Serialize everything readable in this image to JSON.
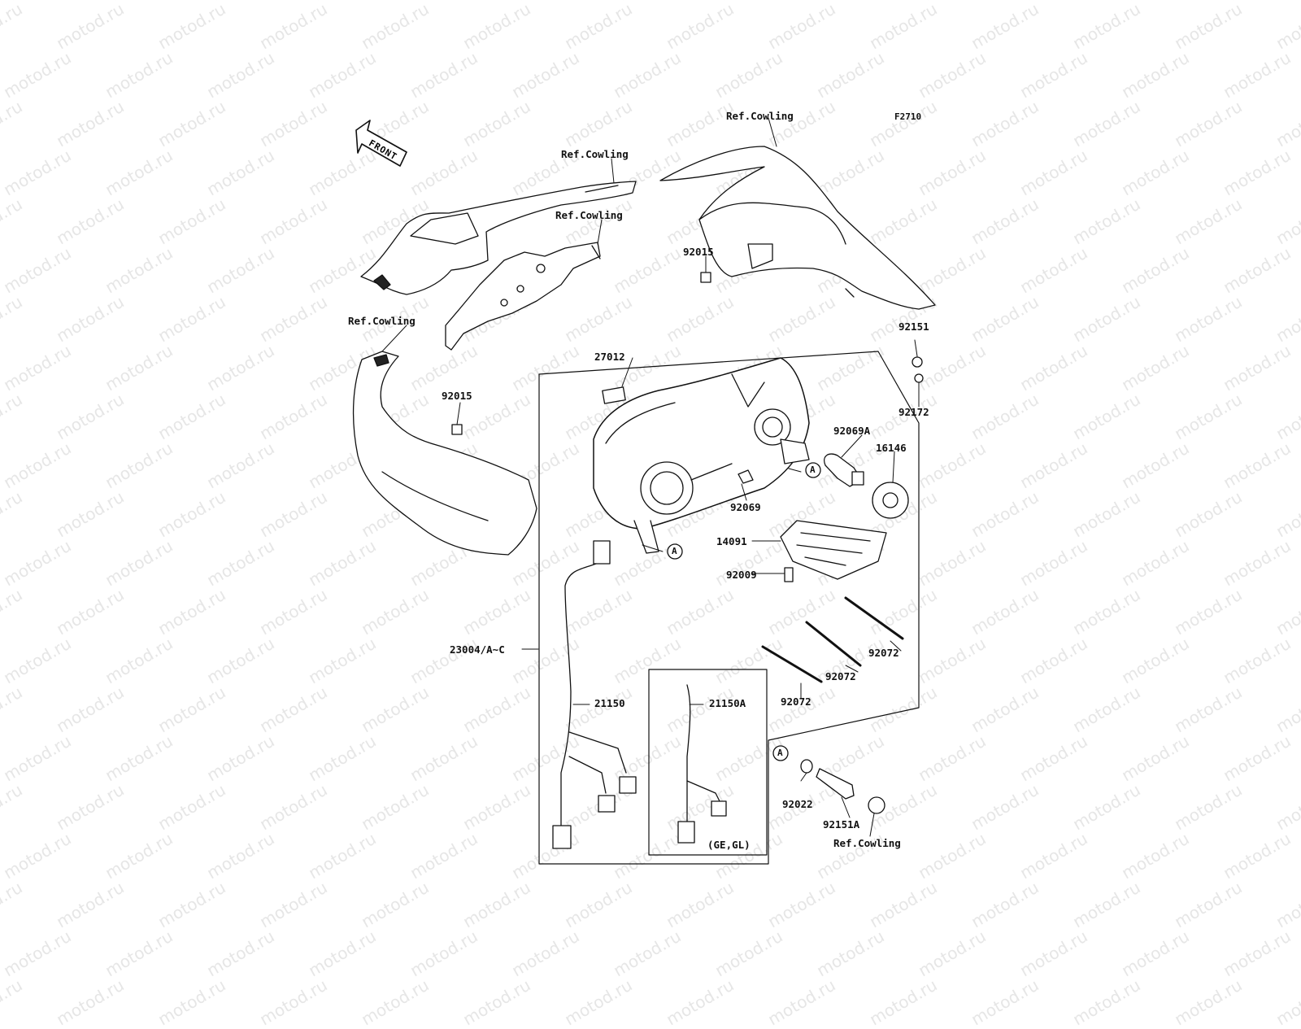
{
  "diagram": {
    "code": "F2710",
    "front_label": "FRONT",
    "ref_cowling_label": "Ref.Cowling",
    "variant_label": "(GE,GL)",
    "reference_marker": "A"
  },
  "watermark": "motod.ru",
  "callouts": [
    {
      "id": "ref-cowling-left-inner",
      "text": "Ref.Cowling"
    },
    {
      "id": "ref-cowling-bracket",
      "text": "Ref.Cowling"
    },
    {
      "id": "ref-cowling-windscreen",
      "text": "Ref.Cowling"
    },
    {
      "id": "ref-cowling-left-lower",
      "text": "Ref.Cowling"
    },
    {
      "id": "part-92015-upper",
      "text": "92015"
    },
    {
      "id": "part-92015-lower",
      "text": "92015"
    },
    {
      "id": "part-27012",
      "text": "27012"
    },
    {
      "id": "part-92151",
      "text": "92151"
    },
    {
      "id": "part-92172",
      "text": "92172"
    },
    {
      "id": "part-92069A",
      "text": "92069A"
    },
    {
      "id": "part-16146",
      "text": "16146"
    },
    {
      "id": "part-92069",
      "text": "92069"
    },
    {
      "id": "part-14091",
      "text": "14091"
    },
    {
      "id": "part-92009",
      "text": "92009"
    },
    {
      "id": "part-92072-a",
      "text": "92072"
    },
    {
      "id": "part-92072-b",
      "text": "92072"
    },
    {
      "id": "part-92072-c",
      "text": "92072"
    },
    {
      "id": "part-23004",
      "text": "23004/A~C"
    },
    {
      "id": "part-21150",
      "text": "21150"
    },
    {
      "id": "part-21150A",
      "text": "21150A"
    },
    {
      "id": "part-92022",
      "text": "92022"
    },
    {
      "id": "part-92151A",
      "text": "92151A"
    },
    {
      "id": "ref-cowling-bottom",
      "text": "Ref.Cowling"
    }
  ]
}
